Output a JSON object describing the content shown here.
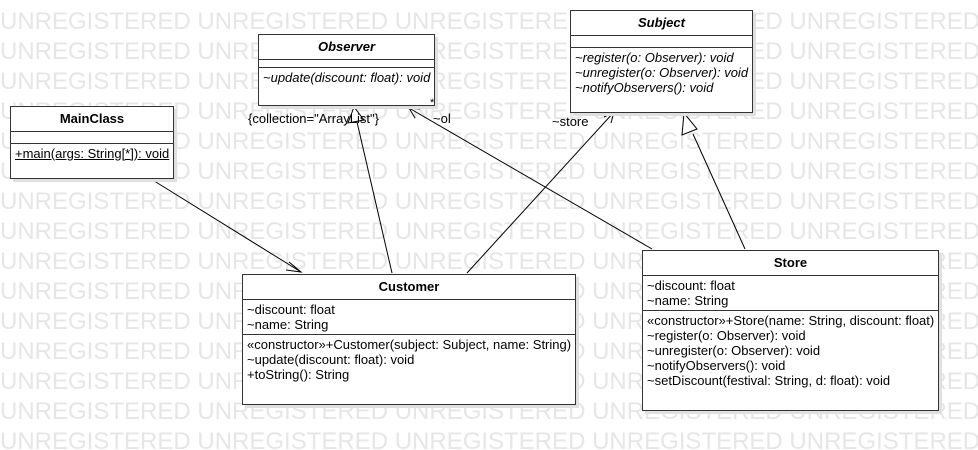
{
  "watermark": "UNREGISTERED UNREGISTERED UNREGISTERED UNREGISTERED UNREGISTERED UNREGISTERED",
  "classes": {
    "observer": {
      "name": "Observer",
      "attributes": [],
      "operations": [
        "~update(discount: float): void"
      ]
    },
    "subject": {
      "name": "Subject",
      "attributes": [],
      "operations": [
        "~register(o: Observer): void",
        "~unregister(o: Observer): void",
        "~notifyObservers(): void"
      ]
    },
    "mainclass": {
      "name": "MainClass",
      "attributes": [],
      "operations": [
        "+main(args: String[*]): void"
      ]
    },
    "customer": {
      "name": "Customer",
      "attributes": [
        "~discount: float",
        "~name: String"
      ],
      "operations": [
        "«constructor»+Customer(subject: Subject, name: String)",
        "~update(discount: float): void",
        "+toString(): String"
      ]
    },
    "store": {
      "name": "Store",
      "attributes": [
        "~discount: float",
        "~name: String"
      ],
      "operations": [
        "«constructor»+Store(name: String, discount: float)",
        "~register(o: Observer): void",
        "~unregister(o: Observer): void",
        "~notifyObservers(): void",
        "~setDiscount(festival: String, d: float): void"
      ]
    }
  },
  "labels": {
    "collection": "{collection=\"ArrayList\"}",
    "ol_role": "~ol",
    "ol_mult": "*",
    "store_role": "~store"
  }
}
